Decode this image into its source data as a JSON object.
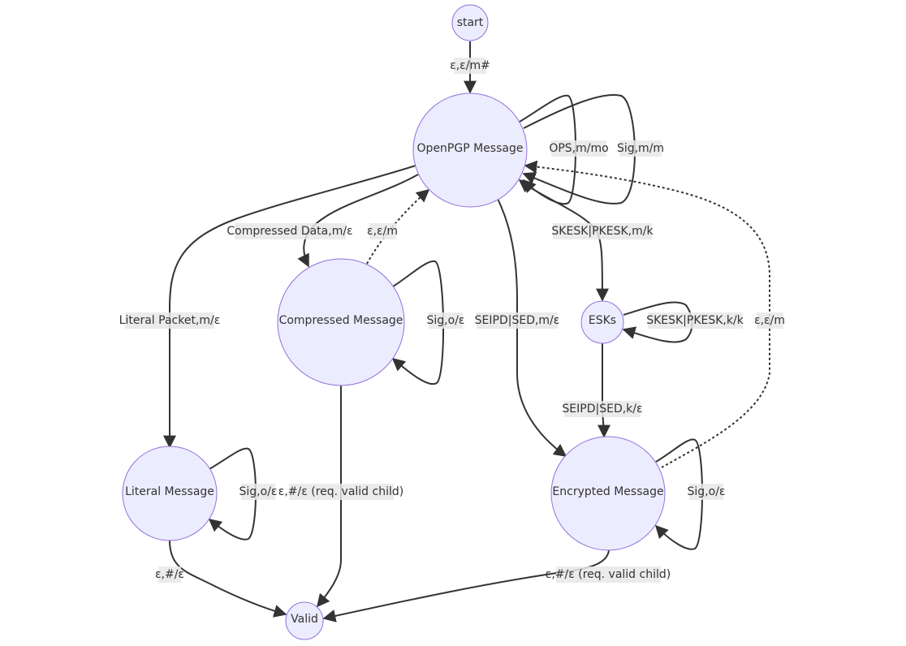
{
  "nodes": {
    "start": "start",
    "openpgp": "OpenPGP Message",
    "compressed": "Compressed Message",
    "esks": "ESKs",
    "literal": "Literal Message",
    "encrypted": "Encrypted Message",
    "valid": "Valid"
  },
  "edges": {
    "start_openpgp": "ε,ε/m#",
    "ops_loop": "OPS,m/mo",
    "sig_loop": "Sig,m/m",
    "compressed_data": "Compressed Data,m/ε",
    "compressed_return": "ε,ε/m",
    "skesk_pkesk": "SKESK|PKESK,m/k",
    "literal_packet": "Literal Packet,m/ε",
    "compressed_sig": "Sig,o/ε",
    "seipd_sed": "SEIPD|SED,m/ε",
    "esks_loop": "SKESK|PKESK,k/k",
    "encrypted_return": "ε,ε/m",
    "esks_seipd": "SEIPD|SED,k/ε",
    "literal_sig": "Sig,o/ε",
    "compressed_valid": "ε,#/ε (req. valid child)",
    "encrypted_sig": "Sig,o/ε",
    "literal_valid": "ε,#/ε",
    "encrypted_valid": "ε,#/ε (req. valid child)"
  }
}
